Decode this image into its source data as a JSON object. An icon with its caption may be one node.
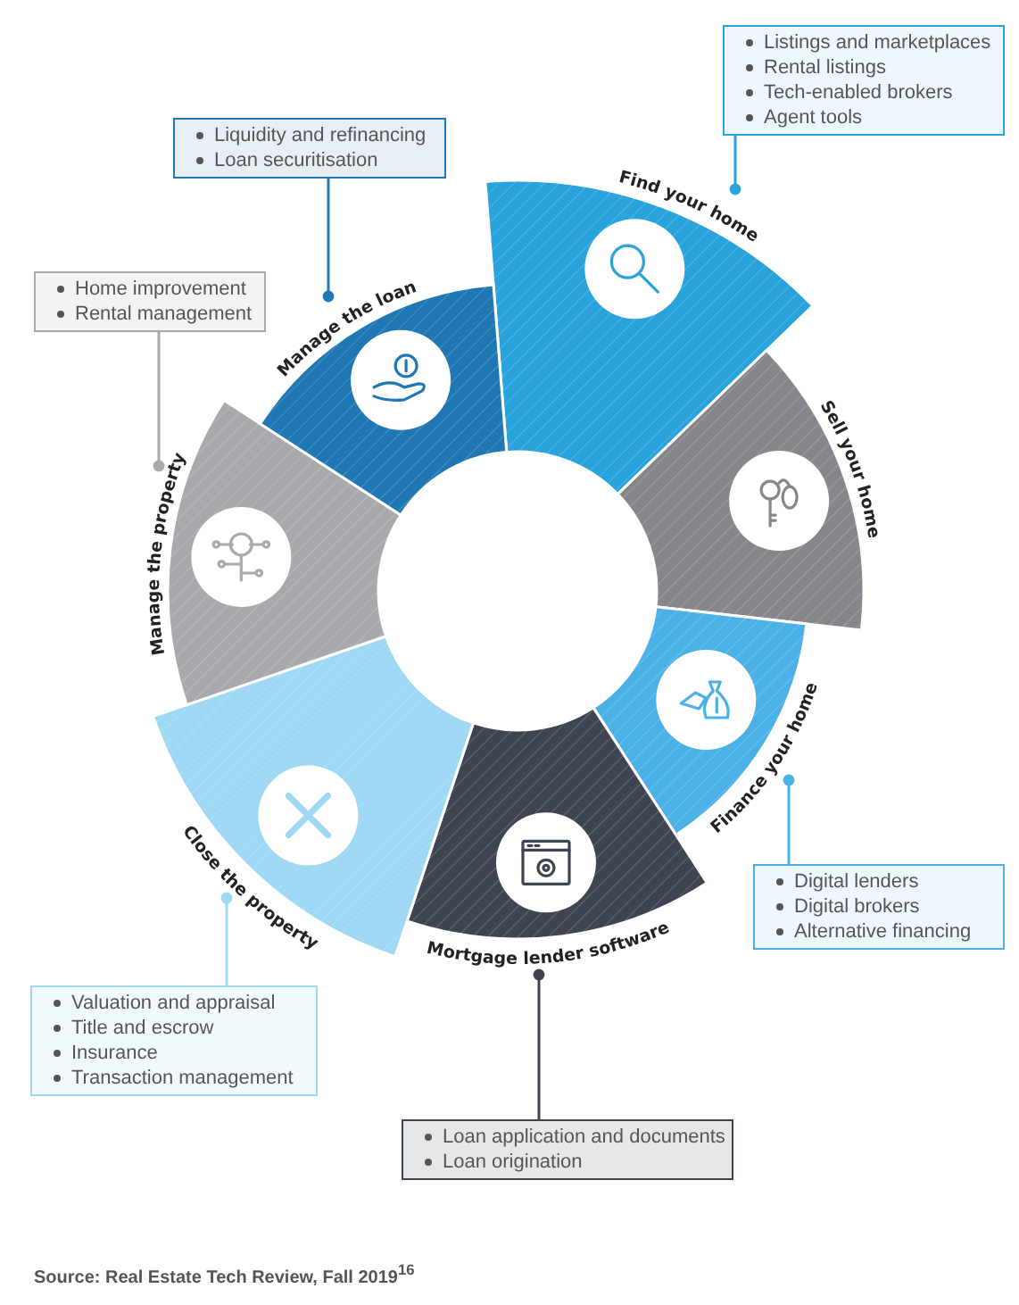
{
  "diagram": {
    "nodes": [
      {
        "text": [
          "Find your home"
        ]
      },
      {
        "text": [
          "Sell your home"
        ]
      },
      {
        "text": [
          "Finance your home"
        ]
      },
      {
        "text": [
          "Mortgage lender software"
        ]
      },
      {
        "text": [
          "Close the property"
        ]
      },
      {
        "text": [
          "Manage the property"
        ]
      },
      {
        "text": [
          "Manage the loan"
        ]
      },
      {
        "text": [
          "Listings and marketplaces",
          "Rental listings",
          "Tech-enabled brokers",
          "Agent tools"
        ]
      },
      {
        "text": [
          "Digital lenders",
          "Digital brokers",
          "Alternative financing"
        ]
      },
      {
        "text": [
          "Loan application and documents",
          "Loan origination"
        ]
      },
      {
        "text": [
          "Valuation and appraisal",
          "Title and escrow",
          "Insurance",
          "Transaction management"
        ]
      },
      {
        "text": [
          "Home improvement",
          "Rental management"
        ]
      },
      {
        "text": [
          "Liquidity and refinancing",
          "Loan securitisation"
        ]
      }
    ],
    "edges": [
      {
        "from": 7,
        "to": 0,
        "arrow": "other",
        "color": "#29a3dc"
      },
      {
        "from": 8,
        "to": 2,
        "arrow": "other",
        "color": "#4ab0e6"
      },
      {
        "from": 9,
        "to": 3,
        "arrow": "other",
        "color": "#3e4452"
      },
      {
        "from": 10,
        "to": 4,
        "arrow": "other",
        "color": "#9ed8f5"
      },
      {
        "from": 11,
        "to": 5,
        "arrow": "other",
        "color": "#a7a9ac"
      },
      {
        "from": 12,
        "to": 6,
        "arrow": "other",
        "color": "#1f78b4"
      }
    ],
    "labels": [
      "Source: Real Estate Tech Review, Fall 2019$^{16}$"
    ]
  }
}
